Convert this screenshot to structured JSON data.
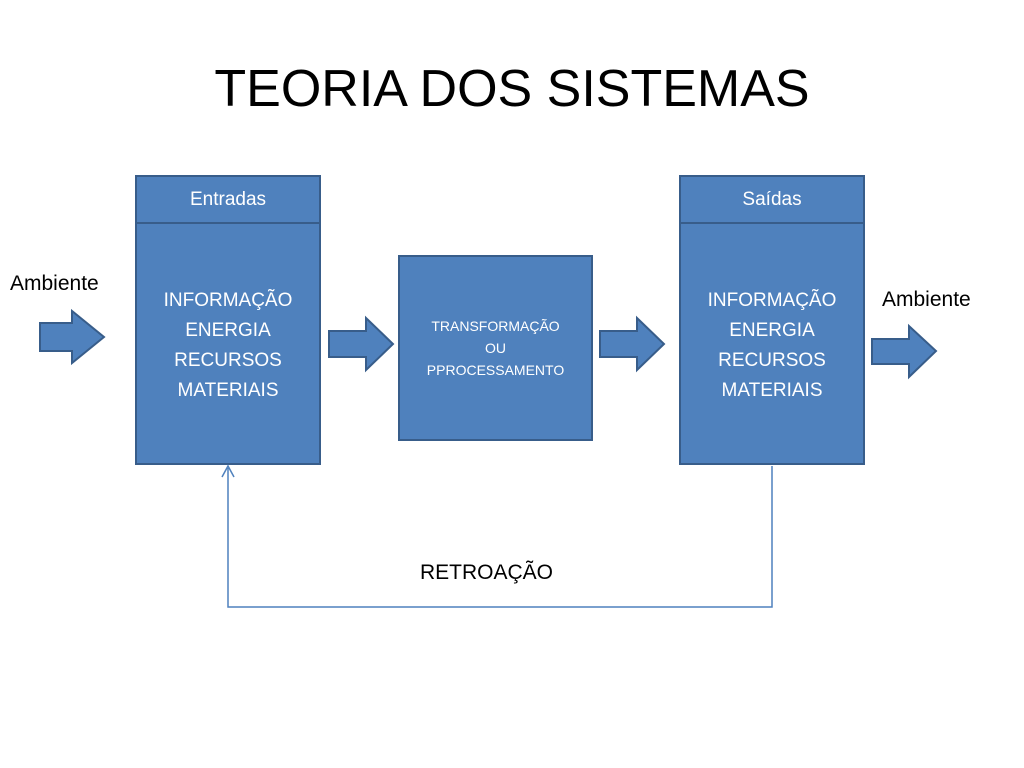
{
  "title": "TEORIA DOS SISTEMAS",
  "input_box": {
    "header": "Entradas",
    "lines": [
      "INFORMAÇÃO",
      "ENERGIA",
      "RECURSOS",
      "MATERIAIS"
    ]
  },
  "process_box": {
    "lines": [
      "TRANSFORMAÇÃO",
      "OU",
      "PPROCESSAMENTO"
    ]
  },
  "output_box": {
    "header": "Saídas",
    "lines": [
      "INFORMAÇÃO",
      "ENERGIA",
      "RECURSOS",
      "MATERIAIS"
    ]
  },
  "environment_left": "Ambiente",
  "environment_right": "Ambiente",
  "feedback_label": "RETROAÇÃO",
  "colors": {
    "box_fill": "#4f81bd",
    "box_border": "#385d8a",
    "feedback_line": "#4f81bd"
  }
}
